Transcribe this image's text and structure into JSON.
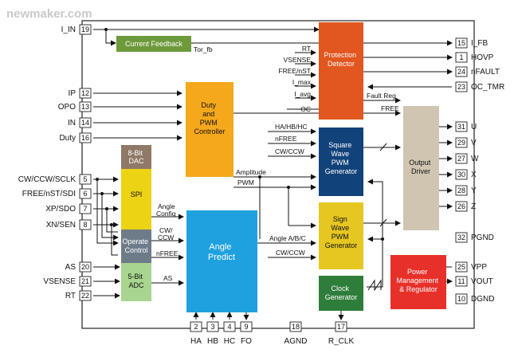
{
  "watermark": "newmaker.com",
  "blocks": {
    "current_feedback": [
      "Current Feedback"
    ],
    "protection": [
      "Protection",
      "Detector"
    ],
    "duty_pwm": [
      "Duty",
      "and",
      "PWM",
      "Controller"
    ],
    "square": [
      "Square",
      "Wave",
      "PWM",
      "Generator"
    ],
    "output_driver": [
      "Output",
      "Driver"
    ],
    "dac": [
      "8-Bit",
      "DAC"
    ],
    "spi": [
      "SPI"
    ],
    "operate": [
      "Operate",
      "Control"
    ],
    "adc": [
      "5-Bit",
      "ADC"
    ],
    "angle_predict": [
      "Angle",
      "Predict"
    ],
    "sine": [
      "Sign",
      "Wave",
      "PWM",
      "Generator"
    ],
    "clock": [
      "Clock",
      "Generator"
    ],
    "power": [
      "Power",
      "Management",
      "& Regulator"
    ]
  },
  "left_pins": [
    {
      "label": "I_IN",
      "num": "19"
    },
    {
      "label": "IP",
      "num": "12"
    },
    {
      "label": "OPO",
      "num": "13"
    },
    {
      "label": "IN",
      "num": "14"
    },
    {
      "label": "Duty",
      "num": "16"
    },
    {
      "label": "CW/CCW/SCLK",
      "num": "5"
    },
    {
      "label": "FREE/nST/SDI",
      "num": "6"
    },
    {
      "label": "XP/SDO",
      "num": "7"
    },
    {
      "label": "XN/SEN",
      "num": "8"
    },
    {
      "label": "AS",
      "num": "20"
    },
    {
      "label": "VSENSE",
      "num": "21"
    },
    {
      "label": "RT",
      "num": "22"
    }
  ],
  "right_pins": [
    {
      "label": "I_FB",
      "num": "15"
    },
    {
      "label": "HOVP",
      "num": "1"
    },
    {
      "label": "nFAULT",
      "num": "24"
    },
    {
      "label": "OC_TMR",
      "num": "23"
    },
    {
      "label": "U",
      "num": "31"
    },
    {
      "label": "V",
      "num": "29"
    },
    {
      "label": "W",
      "num": "27"
    },
    {
      "label": "X",
      "num": "30"
    },
    {
      "label": "Y",
      "num": "28"
    },
    {
      "label": "Z",
      "num": "26"
    },
    {
      "label": "PGND",
      "num": "32"
    },
    {
      "label": "VPP",
      "num": "25"
    },
    {
      "label": "VOUT",
      "num": "11"
    },
    {
      "label": "DGND",
      "num": "10"
    }
  ],
  "bottom_pins": [
    {
      "label": "HA",
      "num": "2"
    },
    {
      "label": "HB",
      "num": "3"
    },
    {
      "label": "HC",
      "num": "4"
    },
    {
      "label": "FO",
      "num": "9"
    },
    {
      "label": "AGND",
      "num": "18"
    },
    {
      "label": "R_CLK",
      "num": "17"
    }
  ],
  "signals": {
    "tor_fb": "Tor_fb",
    "rt": "RT",
    "vsense": "VSENSE",
    "free_nst": "FREE/nST",
    "i_max": "I_max",
    "i_avg": "I_avg",
    "oc": "OC",
    "fault_reg": "Fault Reg",
    "free": "FREE",
    "ha_hb_hc": "HA/HB/HC",
    "nfree_sq": "nFREE",
    "cwccw_sq": "CW/CCW",
    "amplitude": "Amplitude",
    "pwm": "PWM",
    "angle": "Angle",
    "config": "Config",
    "cw": "CW/",
    "ccw": "CCW",
    "nfree_ap": "nFREE",
    "as": "AS",
    "angle_abc": "Angle A/B/C",
    "cwccw_sine": "CW/CCW"
  },
  "colors": {
    "current_feedback": "#6e9a3c",
    "protection": "#e2561f",
    "duty_pwm": "#f5a81b",
    "square": "#12427a",
    "output_driver": "#cfc5b1",
    "dac": "#8f7966",
    "spi": "#ecd313",
    "operate": "#6e7c8a",
    "adc": "#a8d58f",
    "angle_predict": "#1fa1df",
    "sine": "#e6c721",
    "clock": "#2f7d3a",
    "power": "#e8302a"
  }
}
